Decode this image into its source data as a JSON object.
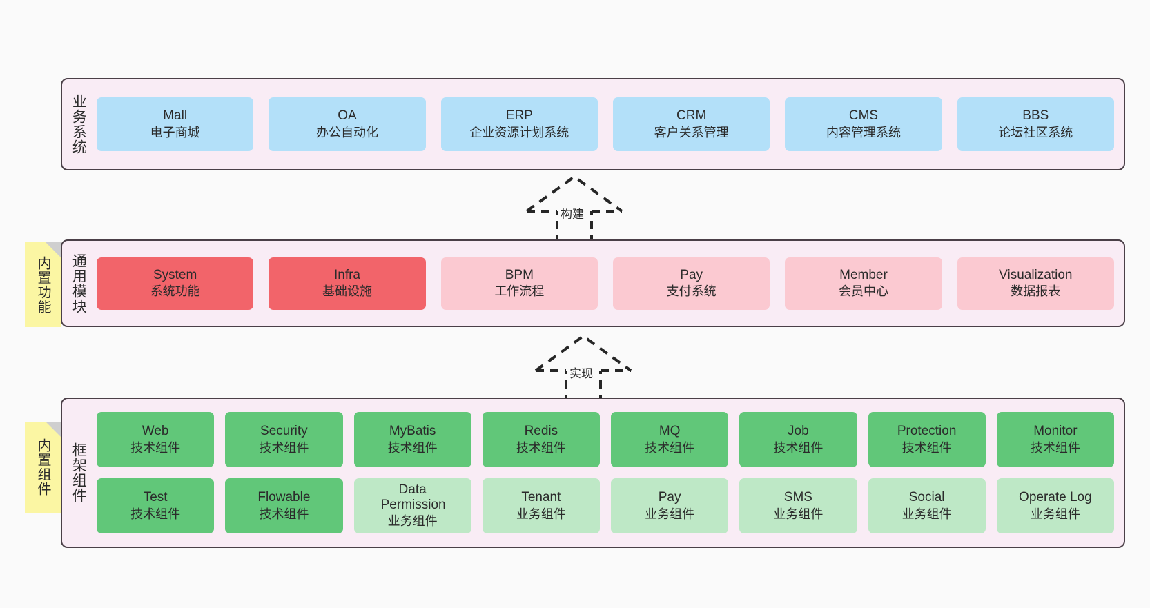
{
  "diagram": {
    "background_color": "#fafafa",
    "layer_fill": "#f9ecf5",
    "layer_border": "#4a3f47",
    "note_color": "#fbf6a3"
  },
  "layers": [
    {
      "id": "business-systems",
      "title": "业务系统",
      "note": null,
      "rows": [
        {
          "cards": [
            {
              "name": "Mall",
              "sub": "电子商城",
              "color": "#b3e0f9",
              "style": "blue"
            },
            {
              "name": "OA",
              "sub": "办公自动化",
              "color": "#b3e0f9",
              "style": "blue"
            },
            {
              "name": "ERP",
              "sub": "企业资源计划系统",
              "color": "#b3e0f9",
              "style": "blue"
            },
            {
              "name": "CRM",
              "sub": "客户关系管理",
              "color": "#b3e0f9",
              "style": "blue"
            },
            {
              "name": "CMS",
              "sub": "内容管理系统",
              "color": "#b3e0f9",
              "style": "blue"
            },
            {
              "name": "BBS",
              "sub": "论坛社区系统",
              "color": "#b3e0f9",
              "style": "blue"
            }
          ]
        }
      ]
    },
    {
      "id": "common-modules",
      "title": "通用模块",
      "note": "内置功能",
      "rows": [
        {
          "cards": [
            {
              "name": "System",
              "sub": "系统功能",
              "color": "#f2646a",
              "style": "red"
            },
            {
              "name": "Infra",
              "sub": "基础设施",
              "color": "#f2646a",
              "style": "red"
            },
            {
              "name": "BPM",
              "sub": "工作流程",
              "color": "#fbc9d1",
              "style": "pink"
            },
            {
              "name": "Pay",
              "sub": "支付系统",
              "color": "#fbc9d1",
              "style": "pink"
            },
            {
              "name": "Member",
              "sub": "会员中心",
              "color": "#fbc9d1",
              "style": "pink"
            },
            {
              "name": "Visualization",
              "sub": "数据报表",
              "color": "#fbc9d1",
              "style": "pink"
            }
          ]
        }
      ]
    },
    {
      "id": "framework-components",
      "title": "框架组件",
      "note": "内置组件",
      "rows": [
        {
          "cards": [
            {
              "name": "Web",
              "sub": "技术组件",
              "color": "#61c779",
              "style": "green"
            },
            {
              "name": "Security",
              "sub": "技术组件",
              "color": "#61c779",
              "style": "green"
            },
            {
              "name": "MyBatis",
              "sub": "技术组件",
              "color": "#61c779",
              "style": "green"
            },
            {
              "name": "Redis",
              "sub": "技术组件",
              "color": "#61c779",
              "style": "green"
            },
            {
              "name": "MQ",
              "sub": "技术组件",
              "color": "#61c779",
              "style": "green"
            },
            {
              "name": "Job",
              "sub": "技术组件",
              "color": "#61c779",
              "style": "green"
            },
            {
              "name": "Protection",
              "sub": "技术组件",
              "color": "#61c779",
              "style": "green"
            },
            {
              "name": "Monitor",
              "sub": "技术组件",
              "color": "#61c779",
              "style": "green"
            }
          ]
        },
        {
          "cards": [
            {
              "name": "Test",
              "sub": "技术组件",
              "color": "#61c779",
              "style": "green"
            },
            {
              "name": "Flowable",
              "sub": "技术组件",
              "color": "#61c779",
              "style": "green"
            },
            {
              "name": "Data Permission",
              "sub": "业务组件",
              "color": "#bee8c6",
              "style": "lightgreen"
            },
            {
              "name": "Tenant",
              "sub": "业务组件",
              "color": "#bee8c6",
              "style": "lightgreen"
            },
            {
              "name": "Pay",
              "sub": "业务组件",
              "color": "#bee8c6",
              "style": "lightgreen"
            },
            {
              "name": "SMS",
              "sub": "业务组件",
              "color": "#bee8c6",
              "style": "lightgreen"
            },
            {
              "name": "Social",
              "sub": "业务组件",
              "color": "#bee8c6",
              "style": "lightgreen"
            },
            {
              "name": "Operate Log",
              "sub": "业务组件",
              "color": "#bee8c6",
              "style": "lightgreen"
            }
          ]
        }
      ]
    }
  ],
  "connectors": [
    {
      "id": "build",
      "label": "构建",
      "from": "common-modules",
      "to": "business-systems"
    },
    {
      "id": "implement",
      "label": "实现",
      "from": "framework-components",
      "to": "common-modules"
    }
  ]
}
